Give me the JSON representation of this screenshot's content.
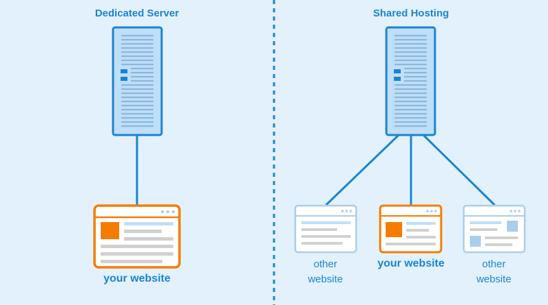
{
  "left": {
    "title": "Dedicated Server",
    "site_label": "your website"
  },
  "right": {
    "title": "Shared Hosting",
    "sites": [
      {
        "line1": "other",
        "line2": "website"
      },
      {
        "label": "your website"
      },
      {
        "line1": "other",
        "line2": "website"
      }
    ]
  },
  "colors": {
    "background": "#e3f1fc",
    "accent_blue": "#1a84cf",
    "server_fill": "#bfdef7",
    "highlight_orange": "#f57c00",
    "faded_blue": "#a9cdec",
    "gray": "#d0d0d0"
  },
  "icons": [
    "server-icon",
    "website-window-icon"
  ]
}
